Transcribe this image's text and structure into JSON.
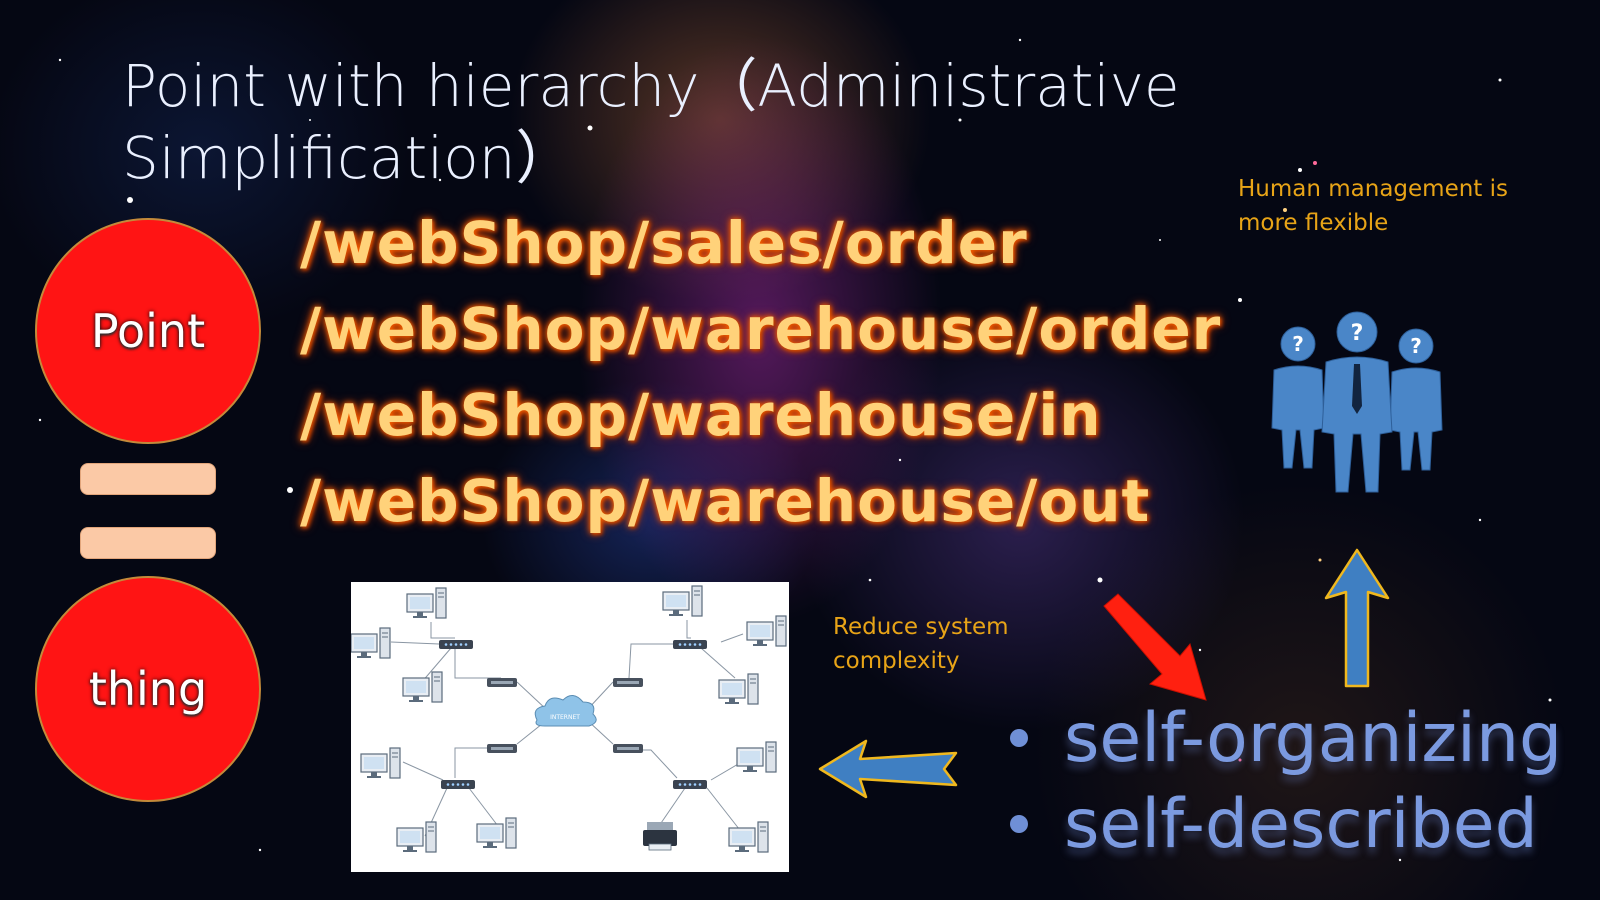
{
  "title": "Point with hierarchy（Administrative Simplification）",
  "left_column": {
    "top_circle_label": "Point",
    "bottom_circle_label": "thing"
  },
  "paths": [
    "/webShop/sales/order",
    "/webShop/warehouse/order",
    "/webShop/warehouse/in",
    "/webShop/warehouse/out"
  ],
  "notes": {
    "human_management": "Human management is more flexible",
    "reduce_complexity": "Reduce system complexity"
  },
  "network_diagram": {
    "cloud_label": "INTERNET"
  },
  "bullets": [
    "self-organizing",
    "self-described"
  ],
  "colors": {
    "circle_fill": "#ff1414",
    "path_text": "#ffd27a",
    "path_glow": "#ff6a00",
    "note_text": "#e8a417",
    "bullet_text": "#7b9ae0",
    "people_icon": "#4a86c8",
    "arrow_red": "#ff2010",
    "arrow_blue": "#3f7fc2"
  },
  "icons": [
    "people-icon",
    "red-arrow-icon",
    "blue-up-arrow-icon",
    "blue-left-arrow-icon",
    "computer-icon",
    "switch-icon",
    "cloud-icon",
    "printer-icon"
  ]
}
